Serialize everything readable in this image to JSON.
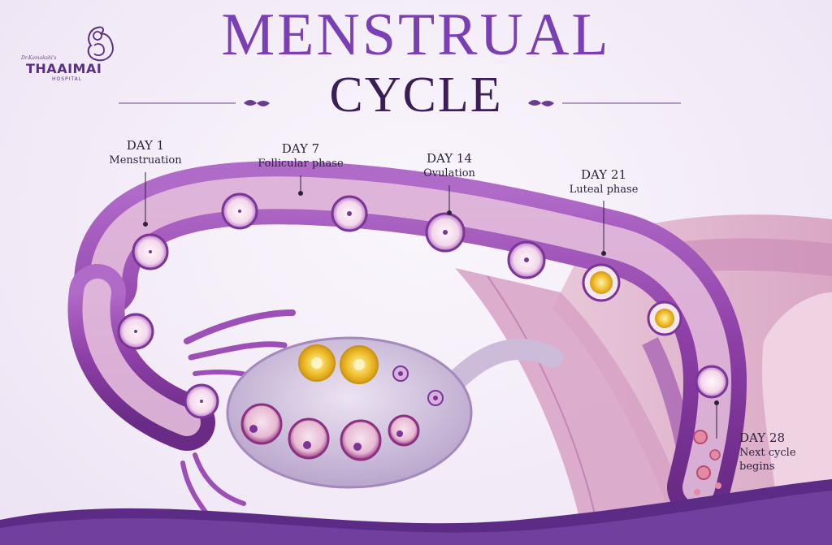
{
  "logo": {
    "tagline": "Dr.Kamakshi's",
    "brand": "THAAIMAI",
    "sub": "HOSPITAL",
    "icon": "mother-and-child-icon"
  },
  "title": {
    "line1": "MENSTRUAL",
    "line2": "CYCLE"
  },
  "stages": [
    {
      "day": "DAY 1",
      "phase": "Menstruation"
    },
    {
      "day": "DAY 7",
      "phase": "Follicular phase"
    },
    {
      "day": "DAY 14",
      "phase": "Ovulation"
    },
    {
      "day": "DAY 21",
      "phase": "Luteal phase"
    },
    {
      "day": "DAY 28",
      "phase": "Next cycle",
      "phase2": "begins"
    }
  ],
  "colors": {
    "accent": "#7b3fb5",
    "title_dark": "#3a1f57",
    "tube": "#9a4fb4",
    "corpus_luteum": "#f1c232",
    "background": "#f4eef8"
  }
}
